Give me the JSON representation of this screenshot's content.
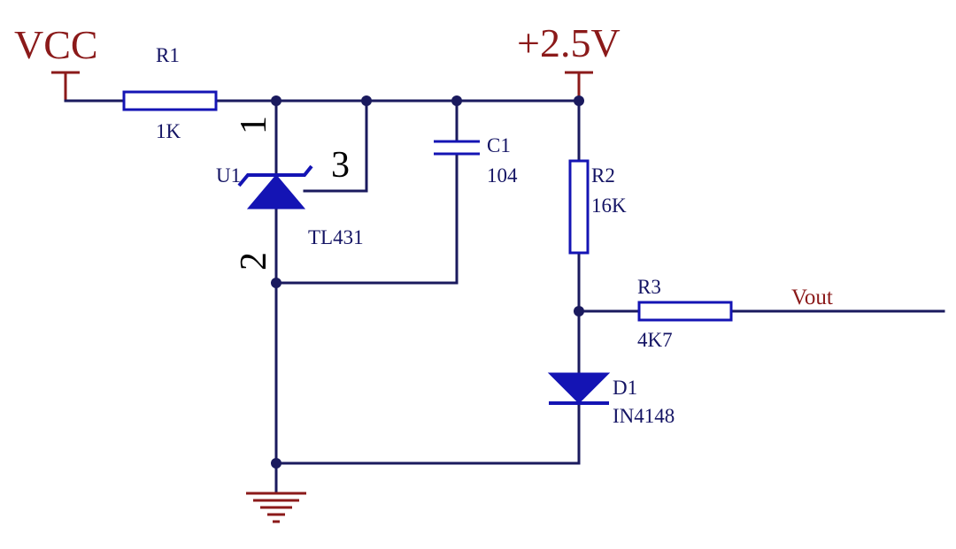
{
  "nets": {
    "vcc": "VCC",
    "ref": "+2.5V",
    "out": "Vout"
  },
  "components": {
    "r1": {
      "ref": "R1",
      "value": "1K"
    },
    "u1": {
      "ref": "U1",
      "value": "TL431",
      "pin_cathode": "1",
      "pin_ref": "3",
      "pin_anode": "2"
    },
    "c1": {
      "ref": "C1",
      "value": "104"
    },
    "r2": {
      "ref": "R2",
      "value": "16K"
    },
    "r3": {
      "ref": "R3",
      "value": "4K7"
    },
    "d1": {
      "ref": "D1",
      "value": "IN4148"
    }
  },
  "colors": {
    "wire": "#1a1a5e",
    "component": "#1414b4",
    "power_net": "#8b1a1a",
    "pin_number": "#000000",
    "background": "#ffffff"
  }
}
